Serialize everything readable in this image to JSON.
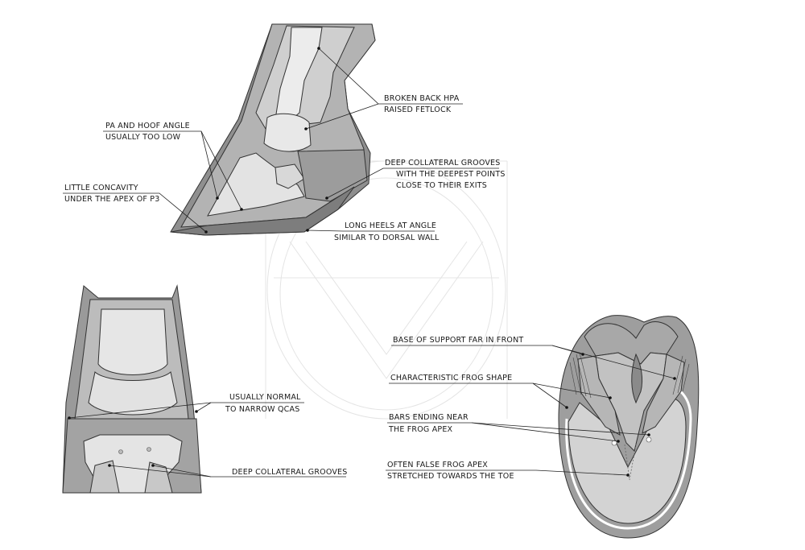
{
  "labels": {
    "broken_back_hpa": "BROKEN BACK HPA",
    "raised_fetlock": "RAISED FETLOCK",
    "pa_hoof_angle_1": "PA AND HOOF ANGLE",
    "pa_hoof_angle_2": "USUALLY TOO LOW",
    "little_concavity_1": "LITTLE CONCAVITY",
    "little_concavity_2": "UNDER THE APEX OF P3",
    "deep_collateral_1": "DEEP COLLATERAL GROOVES",
    "deep_collateral_2": "WITH THE DEEPEST POINTS",
    "deep_collateral_3": "CLOSE TO THEIR EXITS",
    "long_heels_1": "LONG HEELS AT ANGLE",
    "long_heels_2": "SIMILAR TO DORSAL WALL",
    "usually_normal_1": "USUALLY NORMAL",
    "usually_normal_2": "TO NARROW QCAS",
    "deep_collateral_front": "DEEP COLLATERAL GROOVES",
    "base_support": "BASE OF SUPPORT FAR IN FRONT",
    "frog_shape": "CHARACTERISTIC FROG SHAPE",
    "bars_ending_1": "BARS ENDING NEAR",
    "bars_ending_2": "THE FROG APEX",
    "false_apex_1": "OFTEN FALSE FROG APEX",
    "false_apex_2": "STRETCHED TOWARDS THE TOE"
  },
  "colors": {
    "dark": "#8c8c8c",
    "mid": "#acacac",
    "light": "#cfcfcf",
    "pale": "#e6e6e6",
    "bone": "#ededed"
  }
}
